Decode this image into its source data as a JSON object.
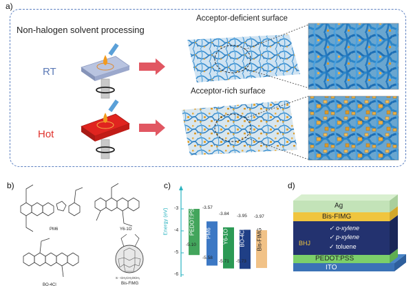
{
  "panel_a": {
    "label": "a)",
    "title": "Non-halogen solvent processing",
    "rt_label": "RT",
    "hot_label": "Hot",
    "surface_top": "Acceptor-deficient surface",
    "surface_bottom": "Acceptor-rich surface",
    "colors": {
      "fiber": "#3a8fd0",
      "acceptor": "#e0a63a",
      "hot_plate": "#e0241f",
      "rt_plate": "#b9c4e0",
      "arrow": "#e15762"
    }
  },
  "panel_b": {
    "label": "b)",
    "molecules": [
      {
        "name": "PM6",
        "sub": ""
      },
      {
        "name": "Y6-1O",
        "sub": ""
      },
      {
        "name": "BO-4Cl",
        "sub": ""
      },
      {
        "name": "Bis-FIMG",
        "sub": "S - CH₂CH₂OCH₃"
      }
    ]
  },
  "panel_c": {
    "label": "c)",
    "axis_label": "Energy (eV)",
    "ticks": [
      "-3",
      "-4",
      "-5",
      "-6"
    ],
    "materials": [
      {
        "name": "PEDOT:PSS",
        "top": null,
        "bottom": "-5.10",
        "color": "#2f9b4a"
      },
      {
        "name": "PM6",
        "top": "-3.57",
        "bottom": "-5.58",
        "color": "#3c78c4"
      },
      {
        "name": "Y6-1O",
        "top": "-3.84",
        "bottom": "-5.71",
        "color": "#2c9a55"
      },
      {
        "name": "BO-4Cl",
        "top": "-3.95",
        "bottom": "-5.73",
        "color": "#1f3f86"
      },
      {
        "name": "Bis-FIMG",
        "top": "-3.97",
        "bottom": null,
        "color": "#f1c287"
      }
    ],
    "axis_color": "#2bb3c0"
  },
  "panel_d": {
    "label": "d)",
    "layers": {
      "ag": "Ag",
      "bis_fimg": "Bis-FIMG",
      "bhj": "BHJ",
      "solvents": [
        "✓ o-xylene",
        "✓ p-xylene",
        "✓ toluene"
      ],
      "pedot": "PEDOT:PSS",
      "ito": "ITO"
    }
  }
}
